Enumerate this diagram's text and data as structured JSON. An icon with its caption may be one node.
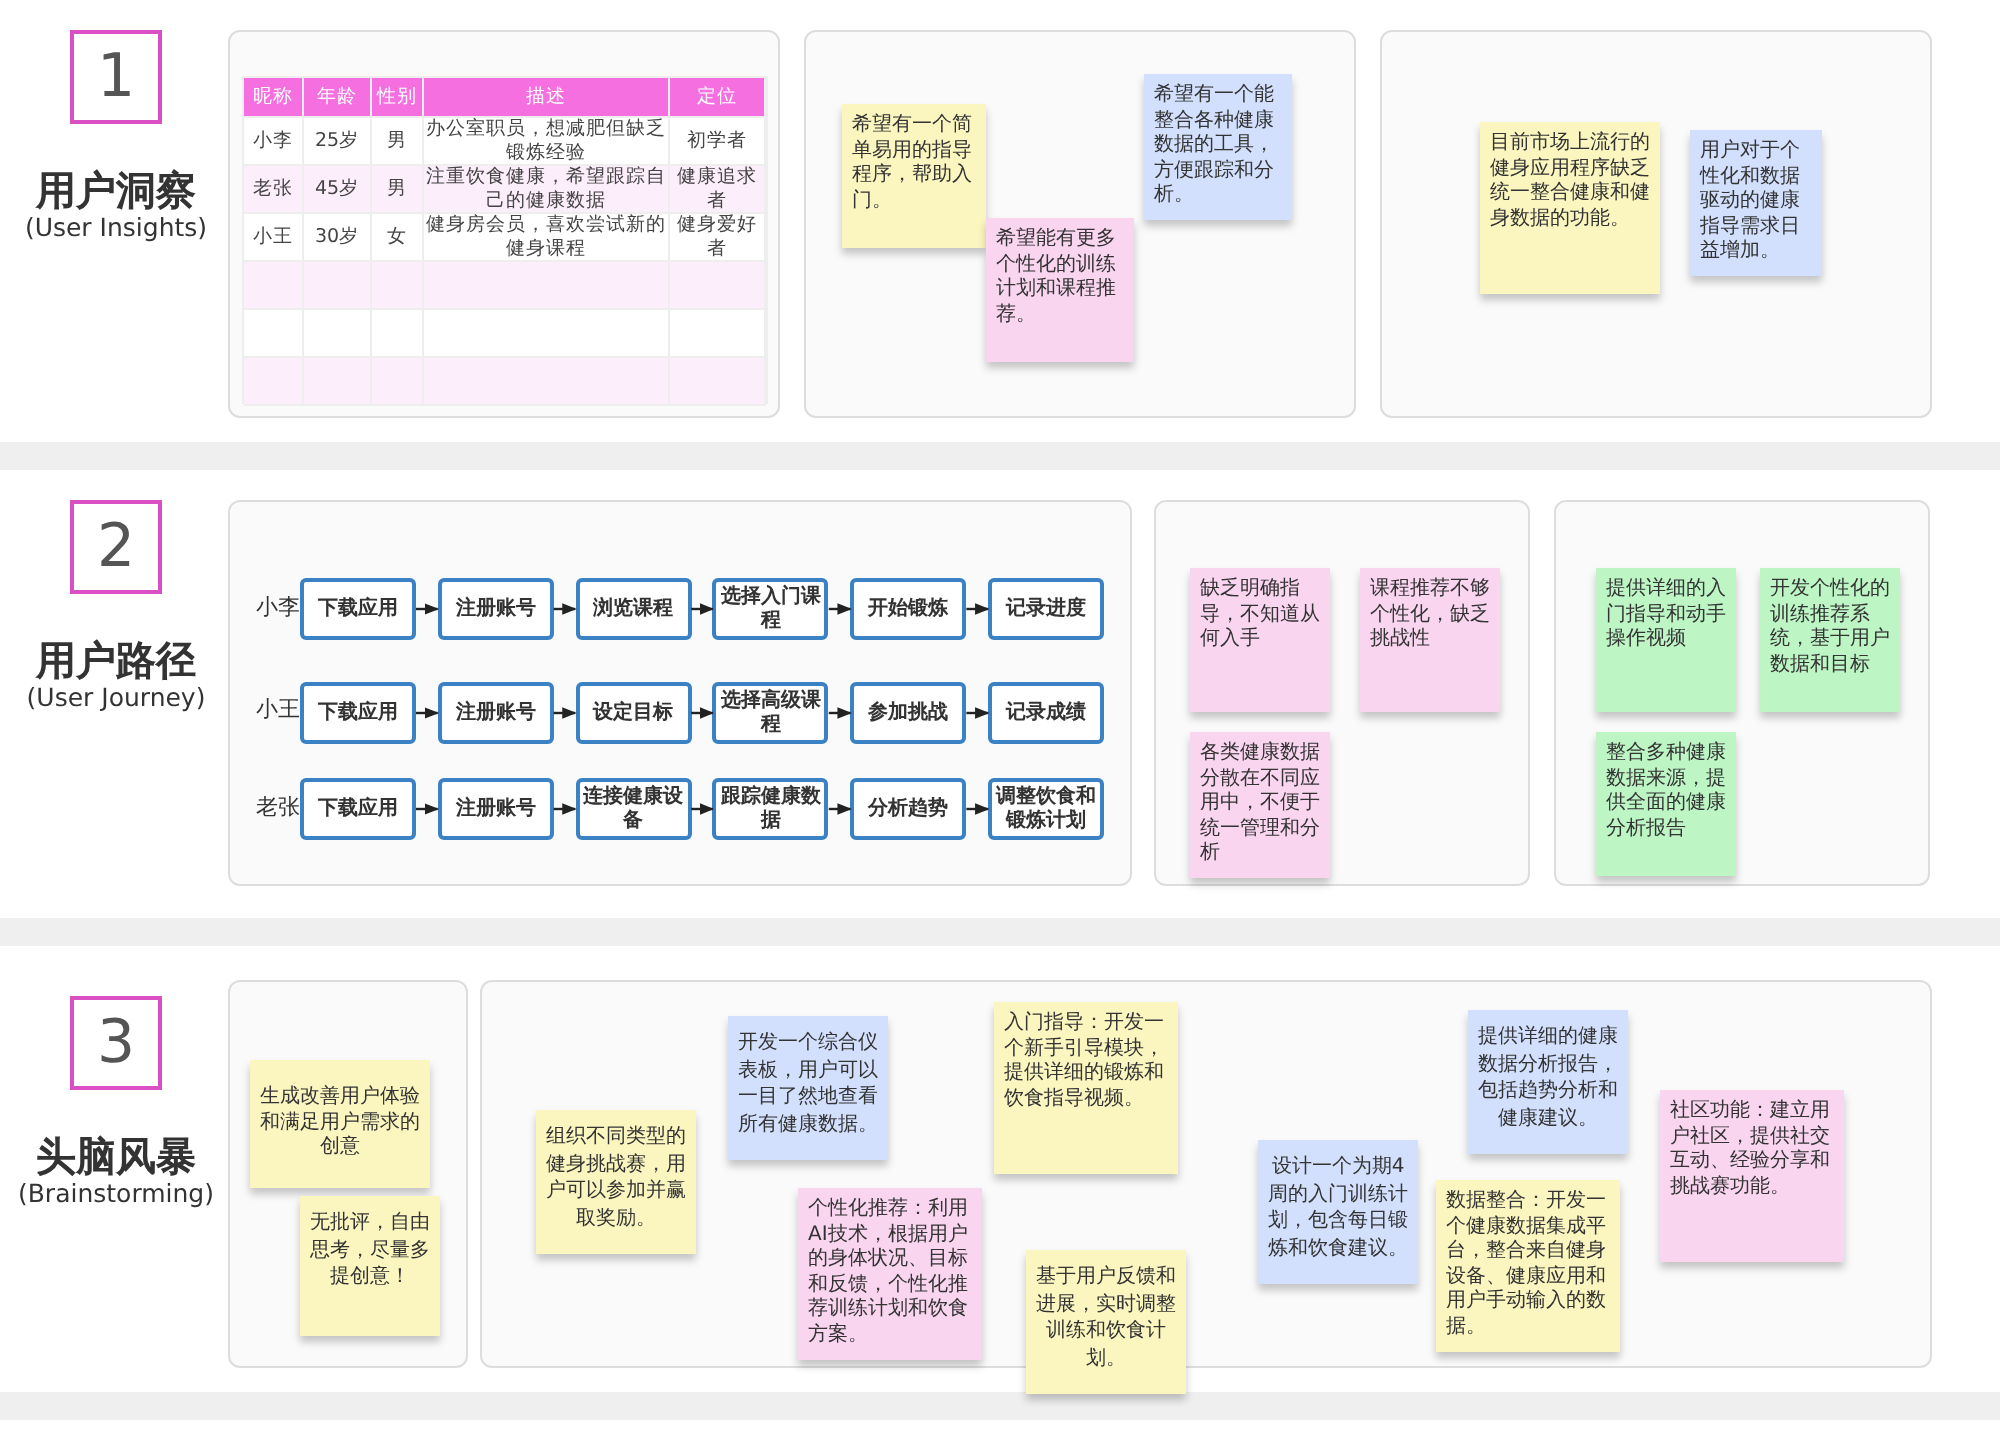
{
  "diagram": {
    "nodes": [
      {
        "text": [
          "1"
        ],
        "beside": [
          "用户洞察",
          "(User Insights)"
        ]
      },
      {
        "text": [],
        "shape": "box"
      },
      {
        "text": [],
        "shape": "box"
      },
      {
        "text": [
          "希望有一个简单易用的指导程序，帮助入门。"
        ],
        "in": 2
      },
      {
        "text": [
          "希望有一个能整合各种健康数据的工具，方便跟踪和分析。"
        ],
        "in": 2
      },
      {
        "text": [
          "希望能有更多个性化的训练计划和课程推荐。"
        ],
        "in": 2
      },
      {
        "text": [],
        "shape": "box"
      },
      {
        "text": [
          "目前市场上流行的健身应用程序缺乏统一整合健康和健身数据的功能。"
        ],
        "in": 6
      },
      {
        "text": [
          "用户对于个性化和数据驱动的健康指导需求日益增加。"
        ],
        "in": 6
      },
      {
        "text": [
          "2"
        ],
        "beside": [
          "用户路径",
          "(User Journey)"
        ]
      },
      {
        "text": [],
        "shape": "box"
      },
      {
        "text": [
          "下载应用"
        ],
        "in": 10
      },
      {
        "text": [
          "注册账号"
        ],
        "in": 10
      },
      {
        "text": [
          "浏览课程"
        ],
        "in": 10
      },
      {
        "text": [
          "选择入门课程"
        ],
        "in": 10
      },
      {
        "text": [
          "开始锻炼"
        ],
        "in": 10
      },
      {
        "text": [
          "记录进度"
        ],
        "in": 10
      },
      {
        "text": [
          "下载应用"
        ],
        "in": 10
      },
      {
        "text": [
          "注册账号"
        ],
        "in": 10
      },
      {
        "text": [
          "设定目标"
        ],
        "in": 10
      },
      {
        "text": [
          "选择高级课程"
        ],
        "in": 10
      },
      {
        "text": [
          "参加挑战"
        ],
        "in": 10
      },
      {
        "text": [
          "记录成绩"
        ],
        "in": 10
      },
      {
        "text": [
          "下载应用"
        ],
        "in": 10
      },
      {
        "text": [
          "注册账号"
        ],
        "in": 10
      },
      {
        "text": [
          "连接健康设备"
        ],
        "in": 10
      },
      {
        "text": [
          "跟踪健康数据"
        ],
        "in": 10
      },
      {
        "text": [
          "分析趋势"
        ],
        "in": 10
      },
      {
        "text": [
          "调整饮食和锻炼计划"
        ],
        "in": 10
      },
      {
        "text": [],
        "shape": "box"
      },
      {
        "text": [
          "缺乏明确指导，不知道从何入手"
        ],
        "in": 29
      },
      {
        "text": [
          "课程推荐不够个性化，缺乏挑战性"
        ],
        "in": 29
      },
      {
        "text": [
          "各类健康数据分散在不同应用中，不便于统一管理和分析"
        ],
        "in": 29
      },
      {
        "text": [],
        "shape": "box"
      },
      {
        "text": [
          "提供详细的入门指导和动手操作视频"
        ],
        "in": 33
      },
      {
        "text": [
          "开发个性化的训练推荐系统，基于用户数据和目标"
        ],
        "in": 33
      },
      {
        "text": [
          "整合多种健康数据来源，提供全面的健康分析报告"
        ],
        "in": 33
      },
      {
        "text": [
          "3"
        ],
        "beside": [
          "头脑风暴",
          "(Brainstorming)"
        ]
      },
      {
        "text": [],
        "shape": "box"
      },
      {
        "text": [
          "生成改善用户体验和满足用户需求的创意"
        ],
        "in": 38
      },
      {
        "text": [
          "无批评，自由思考，尽量多提创意！"
        ],
        "in": 38
      },
      {
        "text": [],
        "shape": "box"
      },
      {
        "text": [
          "组织不同类型的健身挑战赛，用户可以参加并赢取奖励。"
        ],
        "in": 41
      },
      {
        "text": [
          "开发一个综合仪表板，用户可以一目了然地查看所有健康数据。"
        ],
        "in": 41
      },
      {
        "text": [
          "个性化推荐：利用AI技术，根据用户的身体状况、目标和反馈，个性化推荐训练计划和饮食方案。"
        ],
        "in": 41
      },
      {
        "text": [
          "入门指导：开发一个新手引导模块，提供详细的锻炼和饮食指导视频。"
        ],
        "in": 41
      },
      {
        "text": [
          "基于用户反馈和进展，实时调整训练和饮食计划。"
        ]
      },
      {
        "text": [
          "设计一个为期4周的入门训练计划，包含每日锻炼和饮食建议。"
        ],
        "in": 41
      },
      {
        "text": [
          "提供详细的健康数据分析报告，包括趋势分析和健康建议。"
        ],
        "in": 41
      },
      {
        "text": [
          "数据整合：开发一个健康数据集成平台，整合来自健身设备、健康应用和用户手动输入的数据。"
        ],
        "in": 41
      },
      {
        "text": [
          "社区功能：建立用户社区，提供社交互动、经验分享和挑战赛功能。"
        ],
        "in": 41
      },
      {
        "text": [],
        "shape": "bar"
      },
      {
        "text": [],
        "shape": "bar"
      },
      {
        "text": [],
        "shape": "bar"
      }
    ],
    "edges": [
      {
        "from": 11,
        "to": 12,
        "arrow": "to"
      },
      {
        "from": 12,
        "to": 13,
        "arrow": "to"
      },
      {
        "from": 13,
        "to": 14,
        "arrow": "to"
      },
      {
        "from": 14,
        "to": 15,
        "arrow": "to"
      },
      {
        "from": 15,
        "to": 16,
        "arrow": "to"
      },
      {
        "from": 17,
        "to": 18,
        "arrow": "to"
      },
      {
        "from": 18,
        "to": 19,
        "arrow": "to"
      },
      {
        "from": 19,
        "to": 20,
        "arrow": "to"
      },
      {
        "from": 20,
        "to": 21,
        "arrow": "to"
      },
      {
        "from": 21,
        "to": 22,
        "arrow": "to"
      },
      {
        "from": 23,
        "to": 24,
        "arrow": "to"
      },
      {
        "from": 24,
        "to": 25,
        "arrow": "to"
      },
      {
        "from": 25,
        "to": 26,
        "arrow": "to"
      },
      {
        "from": 26,
        "to": 27,
        "arrow": "to"
      },
      {
        "from": 27,
        "to": 28,
        "arrow": "to"
      }
    ],
    "labels": [
      "昵称",
      "年龄",
      "性别",
      "描述",
      "定位",
      "小李",
      "25岁",
      "男",
      "办公室职员，想减肥但缺乏锻炼经验",
      "初学者",
      "老张",
      "45岁",
      "男",
      "注重饮食健康，希望跟踪自己的健康数据",
      "健康追求者",
      "小王",
      "30岁",
      "女",
      "健身房会员，喜欢尝试新的健身课程",
      "健身爱好者",
      "小李",
      "小王",
      "老张"
    ]
  }
}
